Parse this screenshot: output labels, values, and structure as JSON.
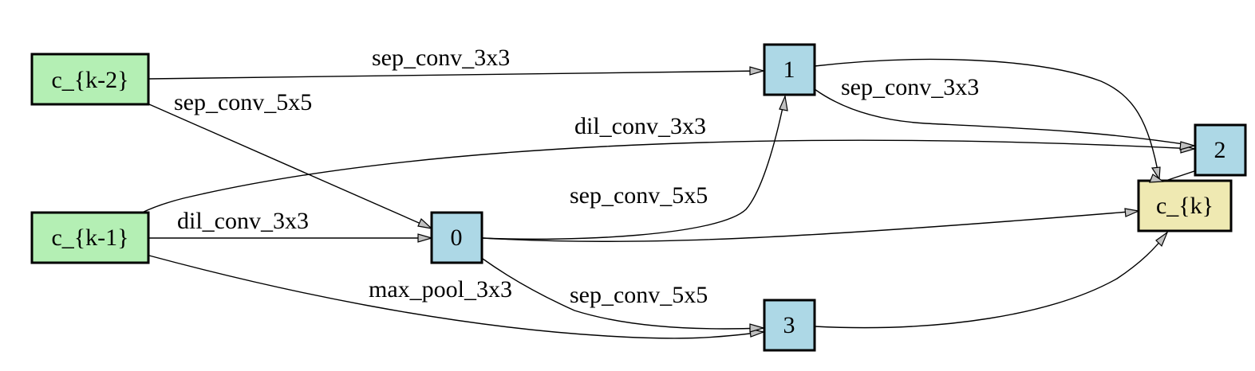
{
  "colors": {
    "input_node": "#b4efb4",
    "intermediate_node": "#add8e6",
    "output_node": "#efe9b2",
    "edge": "#000000",
    "arrowhead_fill": "#c0c0c0"
  },
  "nodes": {
    "c_k_2": "c_{k-2}",
    "c_k_1": "c_{k-1}",
    "n0": "0",
    "n1": "1",
    "n2": "2",
    "n3": "3",
    "c_k": "c_{k}"
  },
  "edges": {
    "ck2_to_1": "sep_conv_3x3",
    "ck2_to_0": "sep_conv_5x5",
    "ck1_to_2": "dil_conv_3x3",
    "n0_to_1": "sep_conv_5x5",
    "ck1_to_0": "dil_conv_3x3",
    "ck1_to_3": "max_pool_3x3",
    "n0_to_3": "sep_conv_5x5",
    "n1_to_2": "sep_conv_3x3"
  }
}
